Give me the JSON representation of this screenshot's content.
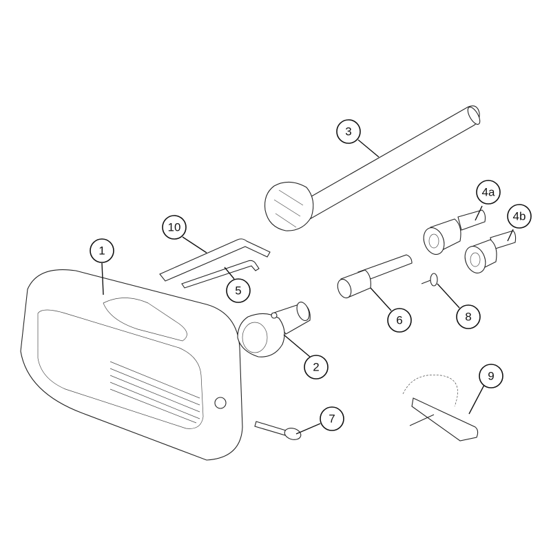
{
  "diagram": {
    "type": "exploded-parts-view",
    "callouts": [
      {
        "id": "1",
        "label": "1",
        "part": "main housing"
      },
      {
        "id": "2",
        "label": "2",
        "part": "adapter knob"
      },
      {
        "id": "3",
        "label": "3",
        "part": "rod with knob"
      },
      {
        "id": "4a",
        "label": "4a",
        "part": "adapter bushing a"
      },
      {
        "id": "4b",
        "label": "4b",
        "part": "adapter bushing b"
      },
      {
        "id": "5",
        "label": "5",
        "part": "small hex key"
      },
      {
        "id": "6",
        "label": "6",
        "part": "socket shaft"
      },
      {
        "id": "7",
        "label": "7",
        "part": "key"
      },
      {
        "id": "8",
        "label": "8",
        "part": "small pin"
      },
      {
        "id": "9",
        "label": "9",
        "part": "chain tag"
      },
      {
        "id": "10",
        "label": "10",
        "part": "large hex key"
      }
    ]
  }
}
